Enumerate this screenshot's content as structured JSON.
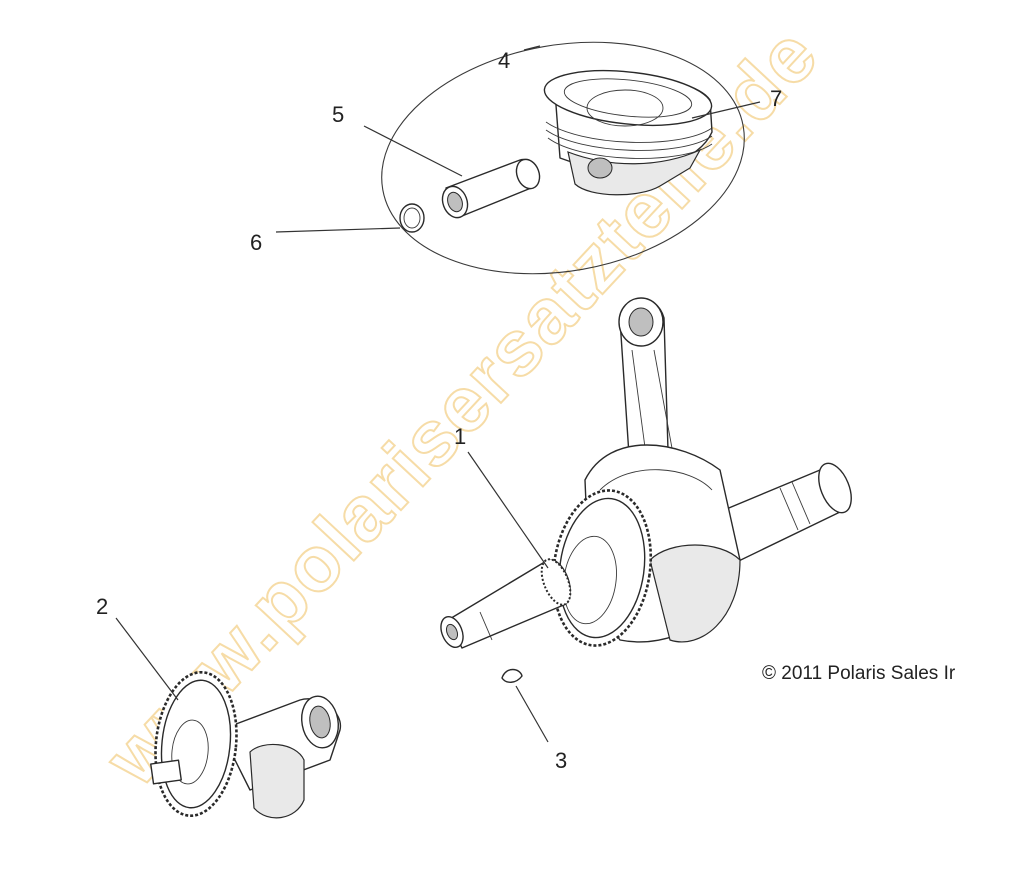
{
  "watermark": "www.polarisersatzteile.de",
  "copyright": "© 2011 Polaris Sales Ir",
  "callouts": {
    "c1": "1",
    "c2": "2",
    "c3": "3",
    "c4": "4",
    "c5": "5",
    "c6": "6",
    "c7": "7"
  }
}
